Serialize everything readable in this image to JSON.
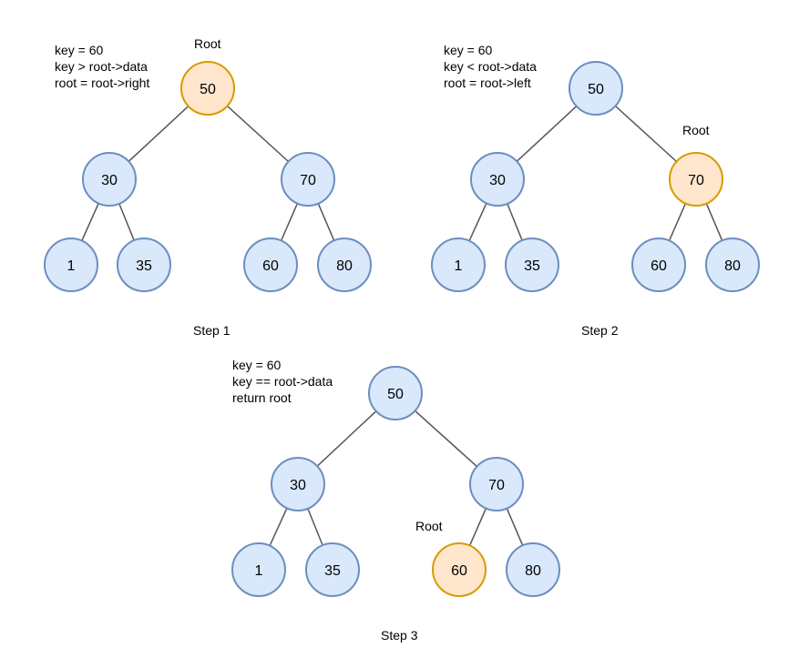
{
  "colors": {
    "node_fill": "#dae8fc",
    "node_stroke": "#6c8ebf",
    "highlight_fill": "#ffe6cc",
    "highlight_stroke": "#d79b00",
    "edge": "#555555",
    "text": "#000000"
  },
  "steps": [
    {
      "caption": "Step 1",
      "notes": [
        "key = 60",
        "key > root->data",
        "root = root->right"
      ],
      "root_label": "Root",
      "highlight": "n50",
      "nodes": {
        "n50": "50",
        "n30": "30",
        "n70": "70",
        "n1": "1",
        "n35": "35",
        "n60": "60",
        "n80": "80"
      }
    },
    {
      "caption": "Step 2",
      "notes": [
        "key = 60",
        "key < root->data",
        "root = root->left"
      ],
      "root_label": "Root",
      "highlight": "n70",
      "nodes": {
        "n50": "50",
        "n30": "30",
        "n70": "70",
        "n1": "1",
        "n35": "35",
        "n60": "60",
        "n80": "80"
      }
    },
    {
      "caption": "Step 3",
      "notes": [
        "key = 60",
        "key == root->data",
        "return root"
      ],
      "root_label": "Root",
      "highlight": "n60",
      "nodes": {
        "n50": "50",
        "n30": "30",
        "n70": "70",
        "n1": "1",
        "n35": "35",
        "n60": "60",
        "n80": "80"
      }
    }
  ]
}
